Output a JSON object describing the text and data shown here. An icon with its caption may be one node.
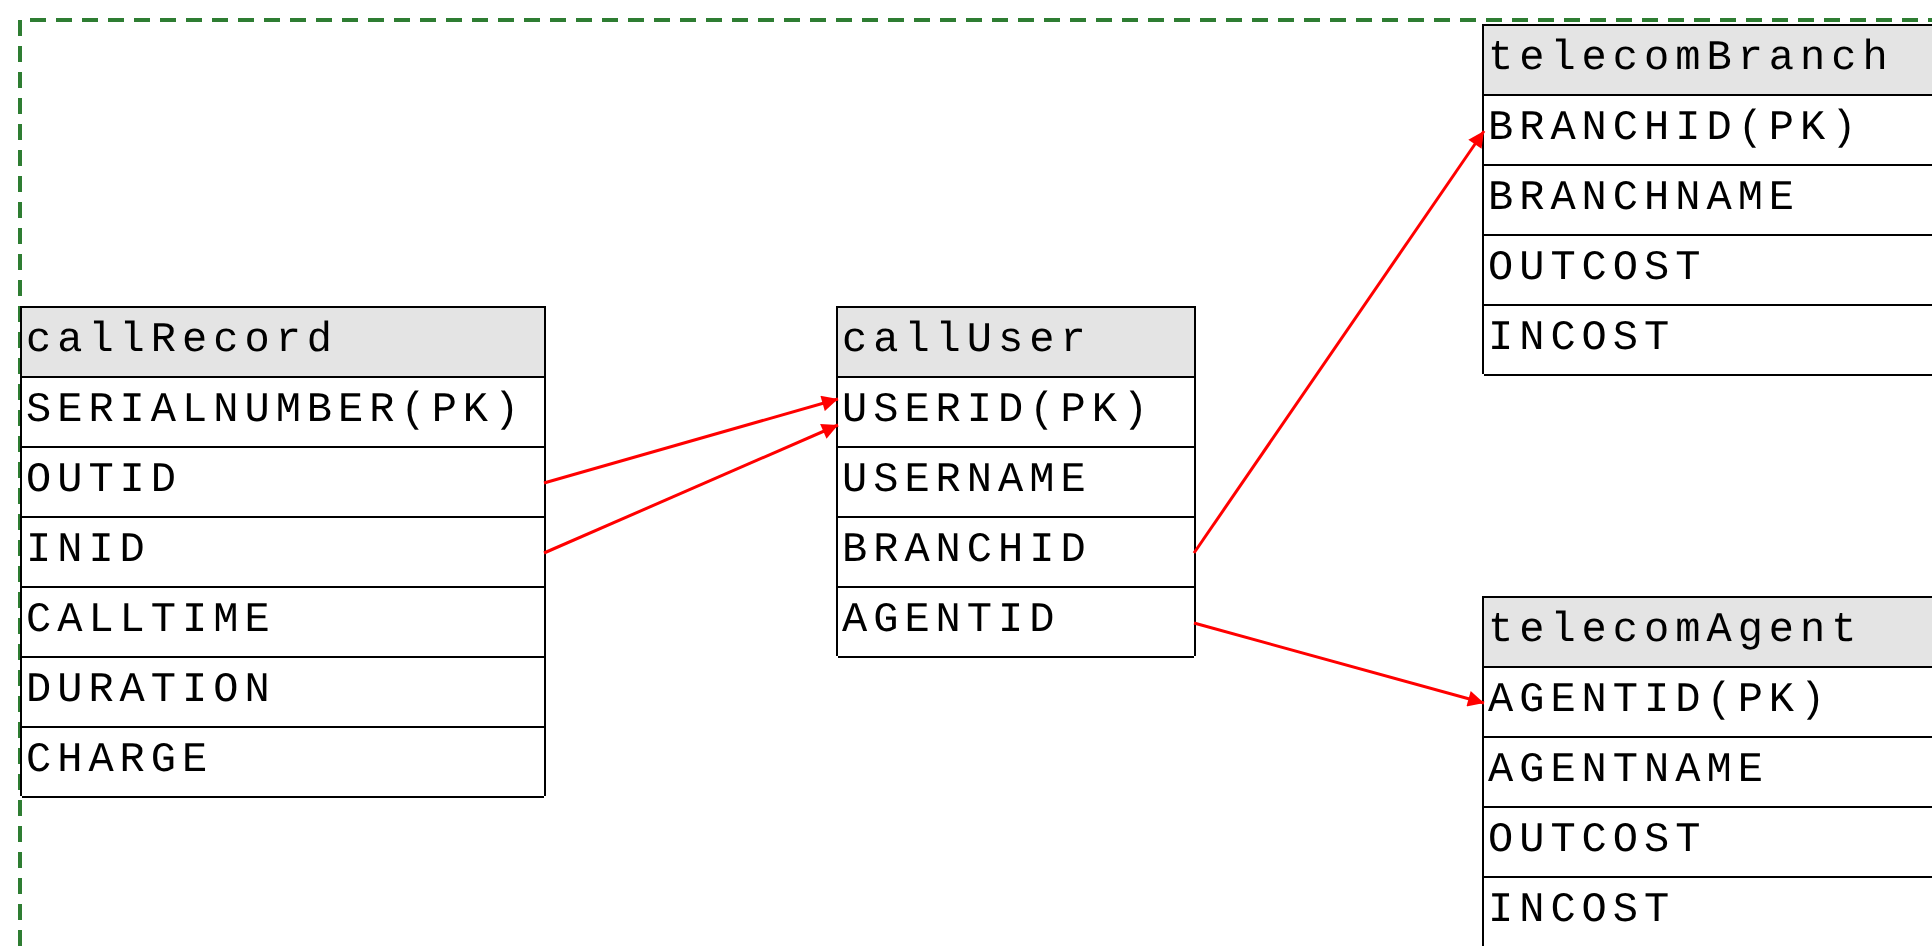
{
  "diagram": {
    "nodes": [
      {
        "text": [
          "callRecord"
        ]
      },
      {
        "text": [
          "SERIALNUMBER(PK)"
        ],
        "in": 0
      },
      {
        "text": [
          "OUTID"
        ],
        "in": 0
      },
      {
        "text": [
          "INID"
        ],
        "in": 0
      },
      {
        "text": [
          "CALLTIME"
        ],
        "in": 0
      },
      {
        "text": [
          "DURATION"
        ],
        "in": 0
      },
      {
        "text": [
          "CHARGE"
        ],
        "in": 0
      },
      {
        "text": [
          "callUser"
        ]
      },
      {
        "text": [
          "USERID(PK)"
        ],
        "in": 7
      },
      {
        "text": [
          "USERNAME"
        ],
        "in": 7
      },
      {
        "text": [
          "BRANCHID"
        ],
        "in": 7
      },
      {
        "text": [
          "AGENTID"
        ],
        "in": 7
      },
      {
        "text": [
          "telecomBranch"
        ]
      },
      {
        "text": [
          "BRANCHID(PK)"
        ],
        "in": 12
      },
      {
        "text": [
          "BRANCHNAME"
        ],
        "in": 12
      },
      {
        "text": [
          "OUTCOST"
        ],
        "in": 12
      },
      {
        "text": [
          "INCOST"
        ],
        "in": 12
      },
      {
        "text": [
          "telecomAgent"
        ]
      },
      {
        "text": [
          "AGENTID(PK)"
        ],
        "in": 17
      },
      {
        "text": [
          "AGENTNAME"
        ],
        "in": 17
      },
      {
        "text": [
          "OUTCOST"
        ],
        "in": 17
      },
      {
        "text": [
          "INCOST"
        ],
        "in": 17
      }
    ],
    "edges": [
      {
        "from": 2,
        "to": 8,
        "arrow": "to"
      },
      {
        "from": 3,
        "to": 8,
        "arrow": "to"
      },
      {
        "from": 10,
        "to": 13,
        "arrow": "to"
      },
      {
        "from": 11,
        "to": 18,
        "arrow": "to"
      }
    ]
  }
}
